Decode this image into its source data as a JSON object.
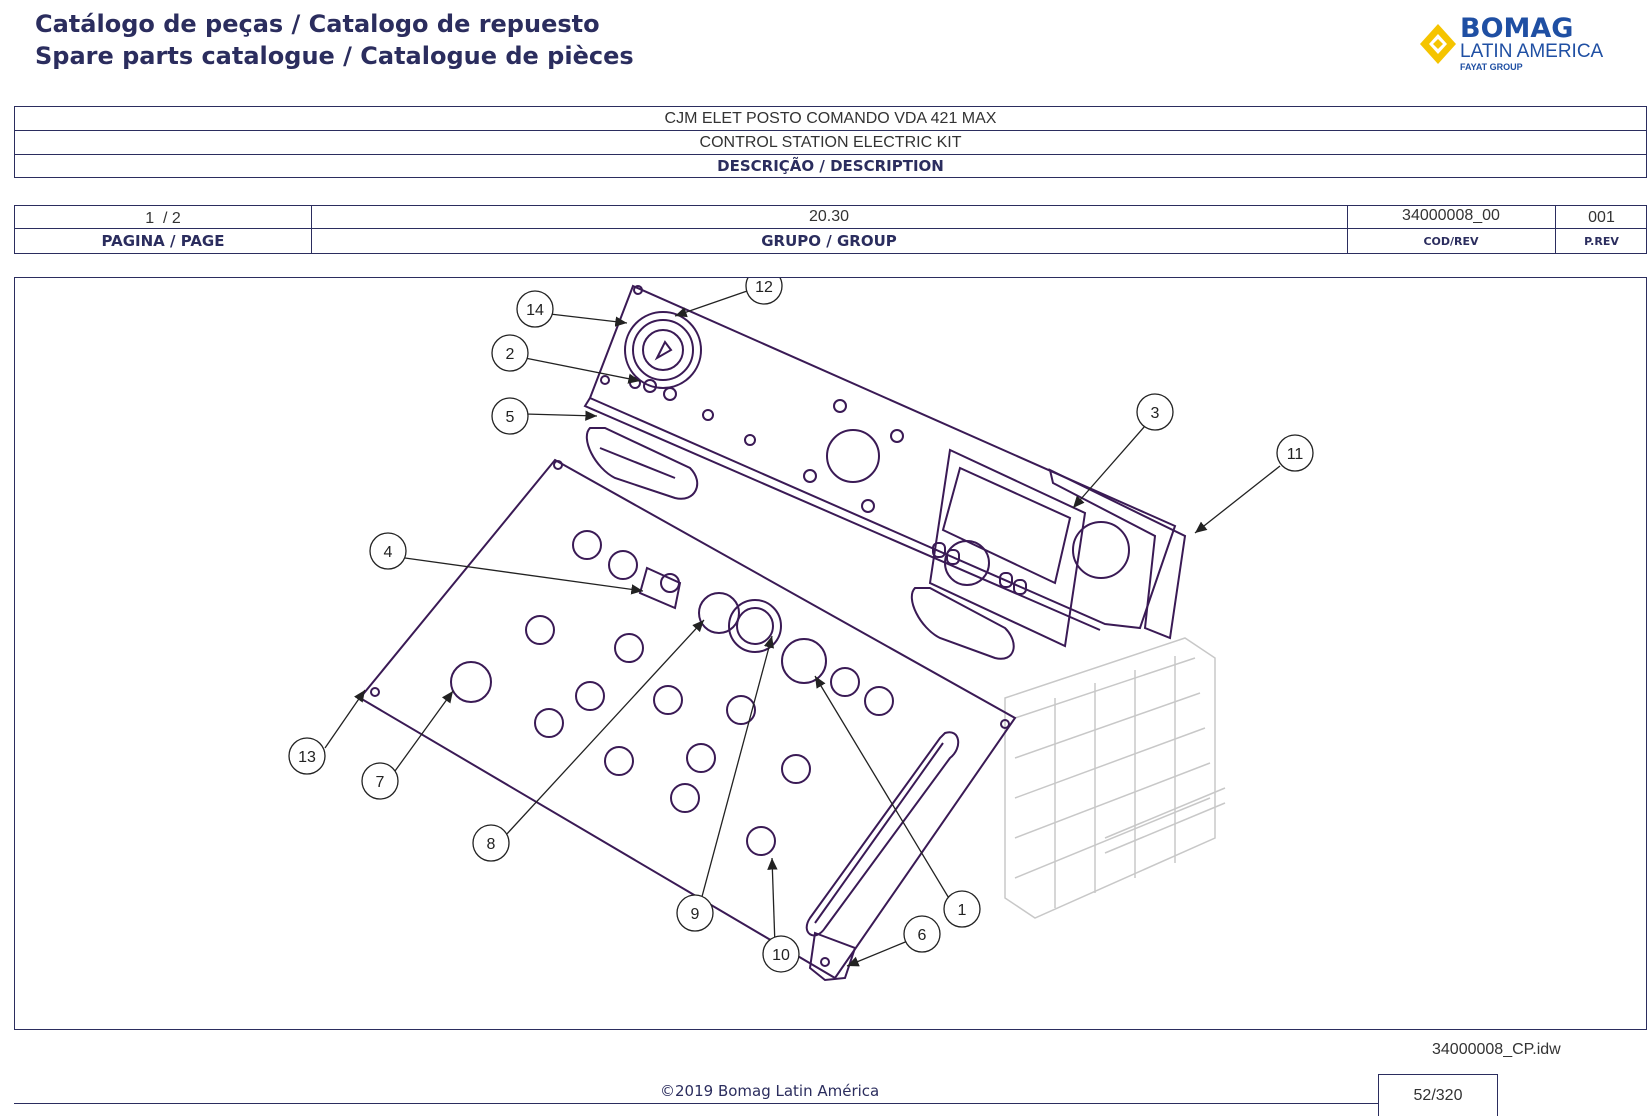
{
  "header": {
    "title_line1": "Catálogo de peças / Catalogo de repuesto",
    "title_line2": "Spare parts catalogue / Catalogue de pièces"
  },
  "logo": {
    "name": "BOMAG",
    "subtitle": "LATIN AMERICA",
    "group": "FAYAT GROUP",
    "colors": {
      "brand_blue": "#1f4fa3",
      "brand_yellow": "#f5c400"
    }
  },
  "description_box": {
    "line1": "CJM ELET POSTO COMANDO VDA 421 MAX",
    "line2": "CONTROL STATION ELECTRIC KIT",
    "label": "DESCRIÇÃO / DESCRIPTION"
  },
  "info_table": {
    "page_value": "1  / 2",
    "page_label": "PAGINA / PAGE",
    "group_value": "20.30",
    "group_label": "GRUPO / GROUP",
    "cod_value": "34000008_00",
    "cod_label": "COD/REV",
    "rev_value": "001",
    "rev_label": "P.REV"
  },
  "drawing": {
    "balloons": [
      "1",
      "2",
      "3",
      "4",
      "5",
      "6",
      "7",
      "8",
      "9",
      "10",
      "11",
      "12",
      "13",
      "14"
    ],
    "line_color": "#3a1a55"
  },
  "footer": {
    "file_name": "34000008_CP.idw",
    "copyright": "©2019 Bomag Latin América",
    "page_number": "52/320"
  }
}
